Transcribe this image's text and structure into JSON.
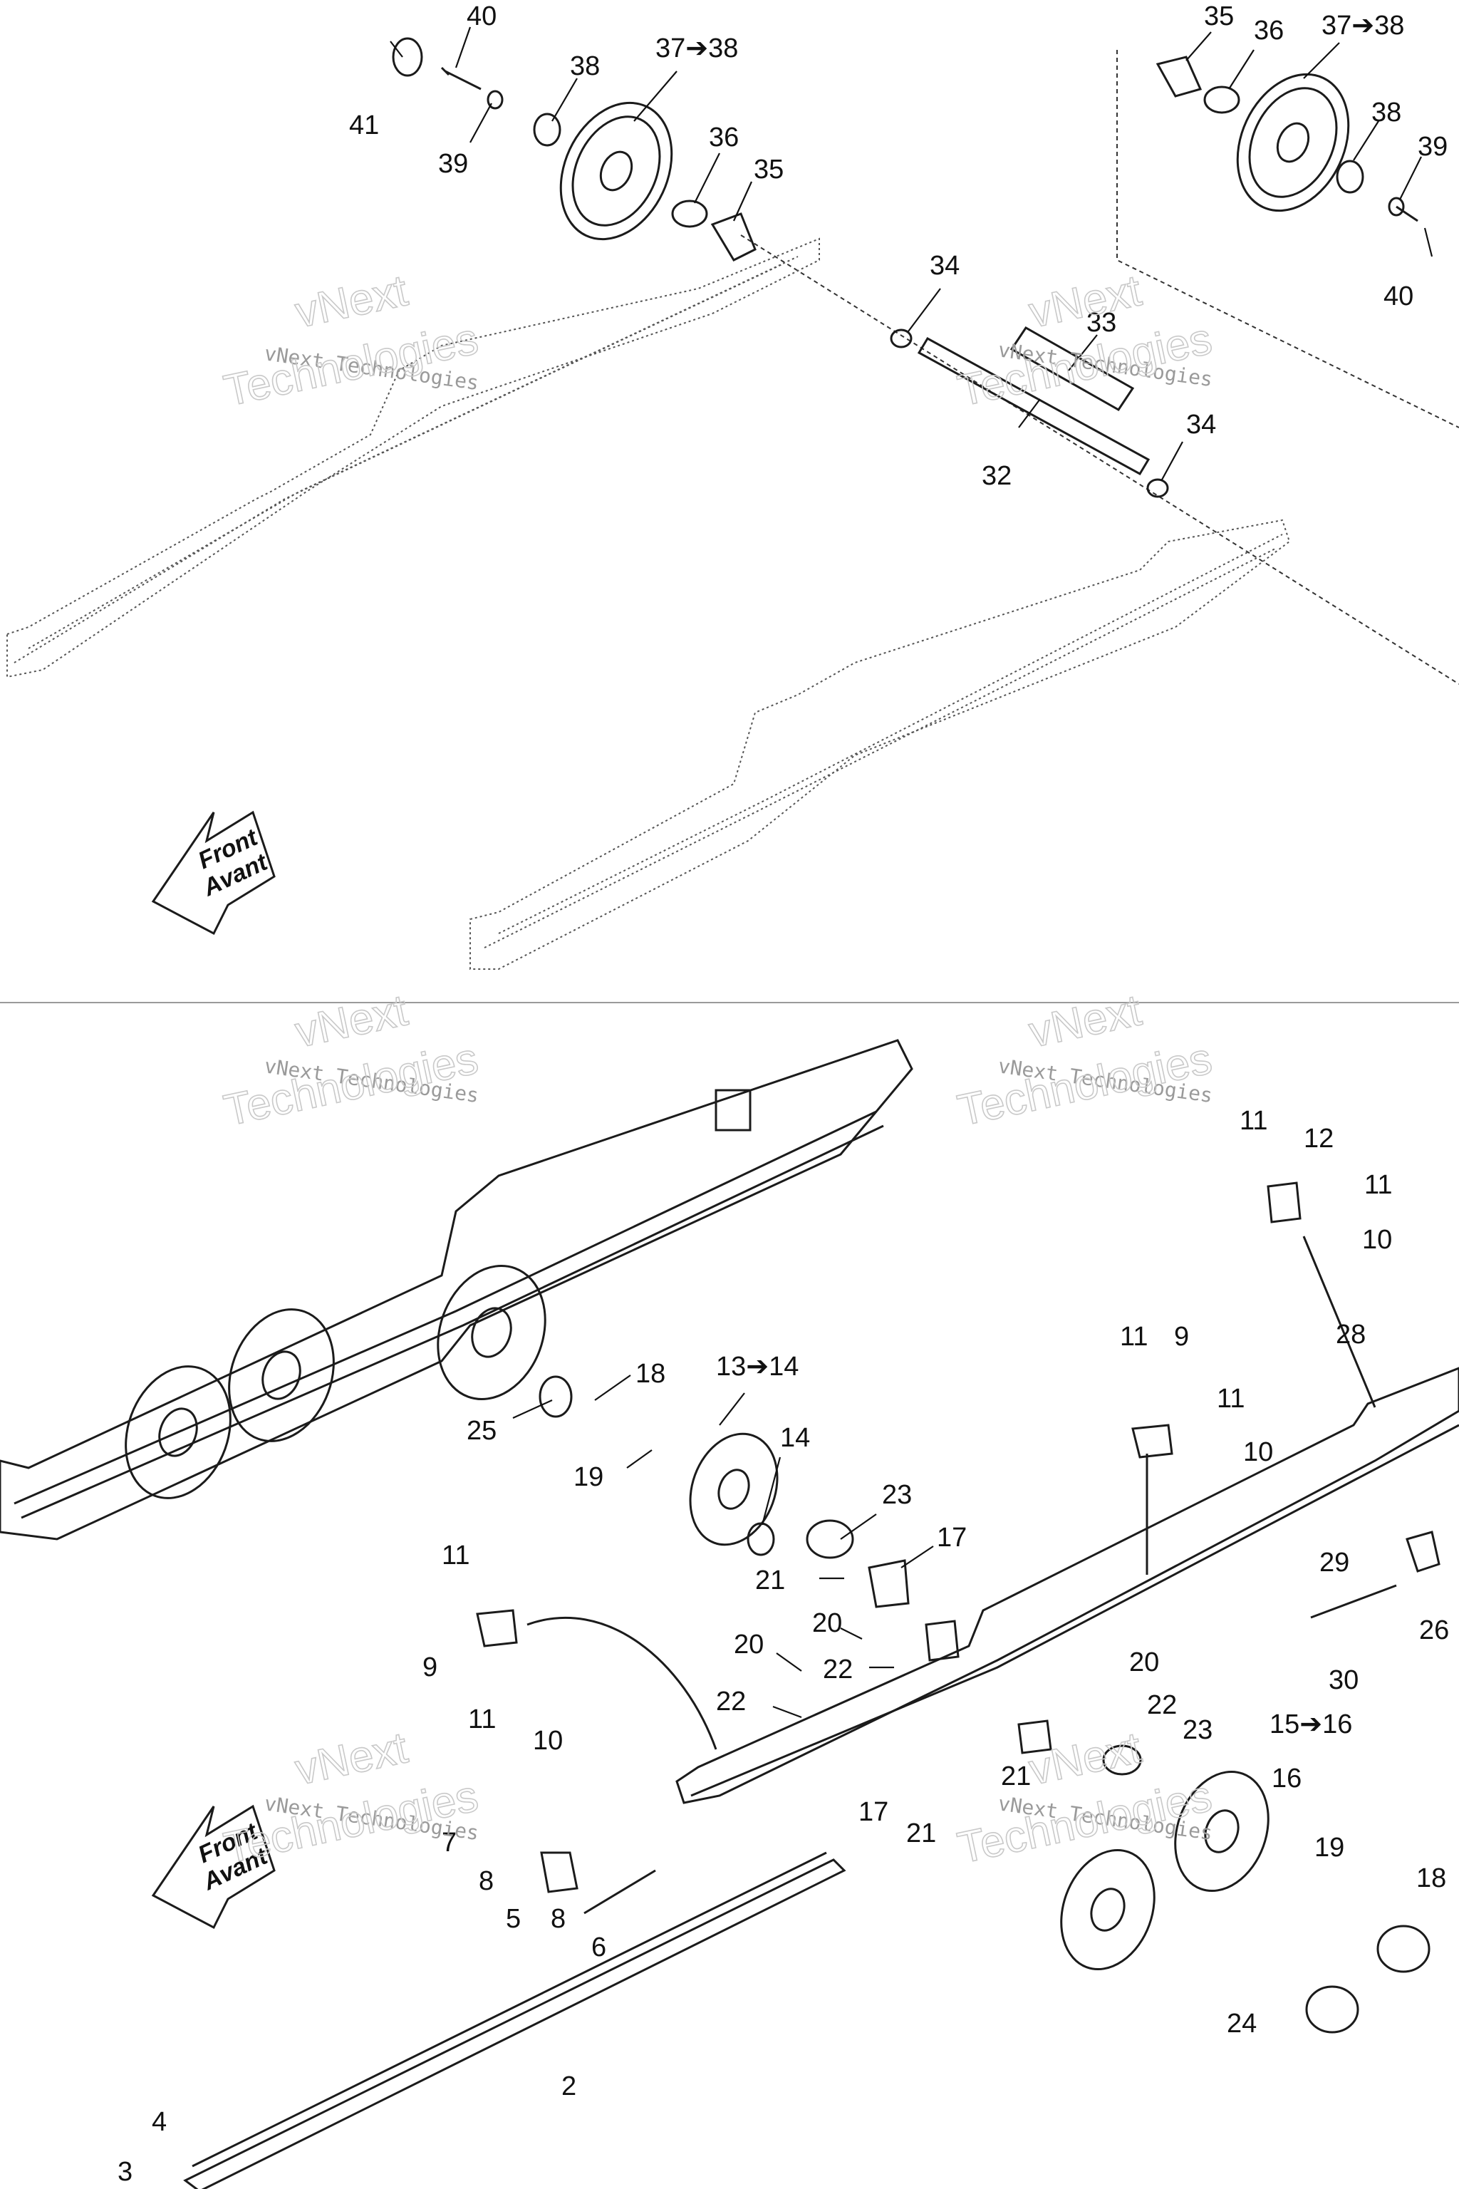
{
  "watermark": {
    "line1": "vNext Technologies",
    "line2": "vNext",
    "line3": "Technologies"
  },
  "front_arrow": {
    "line1": "Front",
    "line2": "Avant"
  },
  "upper_panel": {
    "callouts": [
      "41",
      "40",
      "39",
      "38",
      "37➔38",
      "36",
      "35",
      "34",
      "33",
      "32",
      "34",
      "35",
      "36",
      "37➔38",
      "38",
      "39",
      "40"
    ]
  },
  "lower_panel": {
    "callouts": [
      "25",
      "18",
      "19",
      "13➔14",
      "14",
      "23",
      "17",
      "21",
      "20",
      "22",
      "20",
      "22",
      "11",
      "9",
      "11",
      "10",
      "11",
      "12",
      "11",
      "10",
      "11",
      "9",
      "11",
      "10",
      "28",
      "29",
      "26",
      "30",
      "20",
      "22",
      "23",
      "15➔16",
      "16",
      "19",
      "18",
      "24",
      "21",
      "17",
      "21",
      "7",
      "8",
      "5",
      "8",
      "6",
      "2",
      "4",
      "3"
    ]
  },
  "colors": {
    "line": "#1b1b1b",
    "watermark": "#c9c9c9",
    "divider": "#9a9a9a"
  }
}
